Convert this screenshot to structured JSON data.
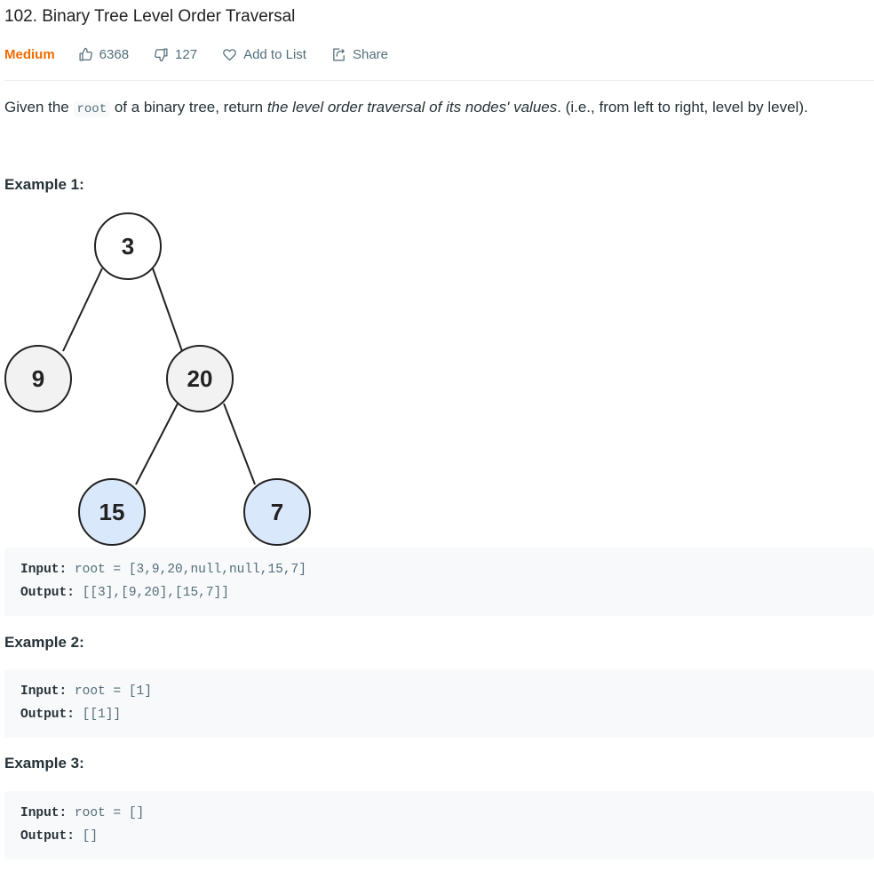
{
  "problem": {
    "title": "102. Binary Tree Level Order Traversal",
    "difficulty": "Medium",
    "likes": "6368",
    "dislikes": "127",
    "add_to_list": "Add to List",
    "share": "Share"
  },
  "description": {
    "part1": "Given the ",
    "code": "root",
    "part2": " of a binary tree, return ",
    "emphasis": "the level order traversal of its nodes' values",
    "part3": ". (i.e., from left to right, level by level)."
  },
  "examples": [
    {
      "title": "Example 1:",
      "input_label": "Input:",
      "input": " root = [3,9,20,null,null,15,7]",
      "output_label": "Output:",
      "output": " [[3],[9,20],[15,7]]"
    },
    {
      "title": "Example 2:",
      "input_label": "Input:",
      "input": " root = [1]",
      "output_label": "Output:",
      "output": " [[1]]"
    },
    {
      "title": "Example 3:",
      "input_label": "Input:",
      "input": " root = []",
      "output_label": "Output:",
      "output": " []"
    }
  ],
  "tree": {
    "nodes": [
      {
        "value": "3",
        "fill": "#ffffff"
      },
      {
        "value": "9",
        "fill": "#f2f2f2"
      },
      {
        "value": "20",
        "fill": "#f2f2f2"
      },
      {
        "value": "15",
        "fill": "#dae8fc"
      },
      {
        "value": "7",
        "fill": "#dae8fc"
      }
    ]
  },
  "colors": {
    "difficulty": "#ef6c00",
    "code_background": "#f7f9fa"
  },
  "icons": [
    "thumbs-up-icon",
    "thumbs-down-icon",
    "heart-icon",
    "share-icon"
  ]
}
